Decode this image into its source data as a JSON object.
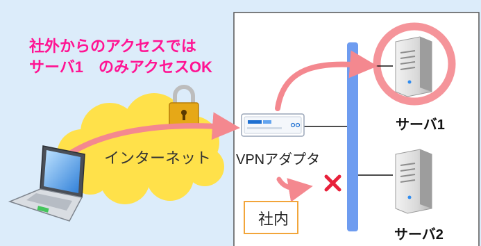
{
  "caption": {
    "line1": "社外からのアクセスでは",
    "line2": "サーバ1　のみアクセスOK"
  },
  "internet": {
    "label": "インターネット"
  },
  "vpn_adapter": {
    "label": "VPNアダプタ"
  },
  "server1": {
    "label": "サーバ1"
  },
  "server2": {
    "label": "サーバ2"
  },
  "office": {
    "label": "社内"
  },
  "icons": [
    "laptop-icon",
    "cloud-icon",
    "padlock-icon",
    "vpn-adapter-icon",
    "server-icon",
    "cross-mark-icon"
  ],
  "colors": {
    "background": "#dcecfa",
    "caption": "#ff1493",
    "cloud": "#ffe14a",
    "arrow": "#f4888f",
    "highlight_ring": "#f4888f",
    "lan_bar": "#6e9cf0",
    "cross": "#e8203a",
    "office_border": "#f2a53a"
  }
}
